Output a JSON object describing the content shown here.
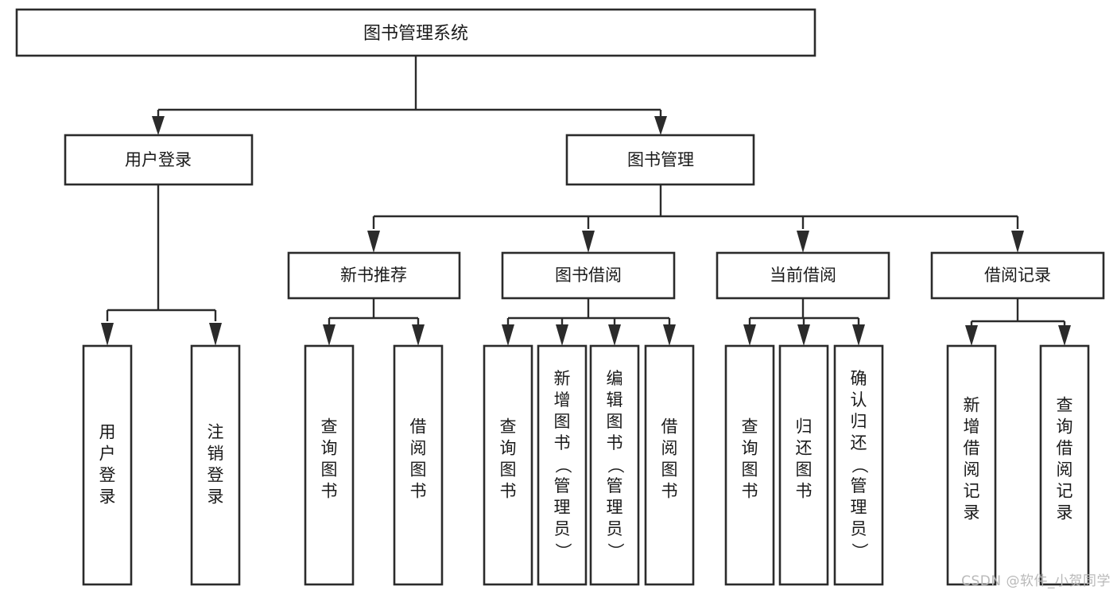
{
  "diagram": {
    "type": "tree-hierarchy",
    "orientation": "top-down",
    "title_node": {
      "label": "图书管理系统"
    },
    "level2": [
      {
        "id": "user-login",
        "label": "用户登录"
      },
      {
        "id": "book-management",
        "label": "图书管理"
      }
    ],
    "level3": [
      {
        "id": "new-book-recommend",
        "label": "新书推荐",
        "parent": "book-management"
      },
      {
        "id": "book-borrow",
        "label": "图书借阅",
        "parent": "book-management"
      },
      {
        "id": "current-borrow",
        "label": "当前借阅",
        "parent": "book-management"
      },
      {
        "id": "borrow-record",
        "label": "借阅记录",
        "parent": "book-management"
      }
    ],
    "leaves": {
      "user-login": [
        {
          "id": "leaf-user-login",
          "label": "用户登录"
        },
        {
          "id": "leaf-logout-login",
          "label": "注销登录"
        }
      ],
      "new-book-recommend": [
        {
          "id": "leaf-query-book-1",
          "label": "查询图书"
        },
        {
          "id": "leaf-borrow-book-1",
          "label": "借阅图书"
        }
      ],
      "book-borrow": [
        {
          "id": "leaf-query-book-2",
          "label": "查询图书"
        },
        {
          "id": "leaf-add-book",
          "label": "新增图书（管理员）"
        },
        {
          "id": "leaf-edit-book",
          "label": "编辑图书（管理员）"
        },
        {
          "id": "leaf-borrow-book-2",
          "label": "借阅图书"
        }
      ],
      "current-borrow": [
        {
          "id": "leaf-query-book-3",
          "label": "查询图书"
        },
        {
          "id": "leaf-return-book",
          "label": "归还图书"
        },
        {
          "id": "leaf-confirm-return",
          "label": "确认归还（管理员）"
        }
      ],
      "borrow-record": [
        {
          "id": "leaf-add-record",
          "label": "新增借阅记录"
        },
        {
          "id": "leaf-query-record",
          "label": "查询借阅记录"
        }
      ]
    },
    "colors": {
      "box_stroke": "#2b2b2b",
      "box_fill": "#ffffff",
      "text": "#1a1a1a",
      "connector": "#2b2b2b",
      "watermark": "#b9b9b9",
      "background": "#ffffff"
    }
  },
  "watermark": {
    "text": "CSDN @软件_小贺同学"
  }
}
